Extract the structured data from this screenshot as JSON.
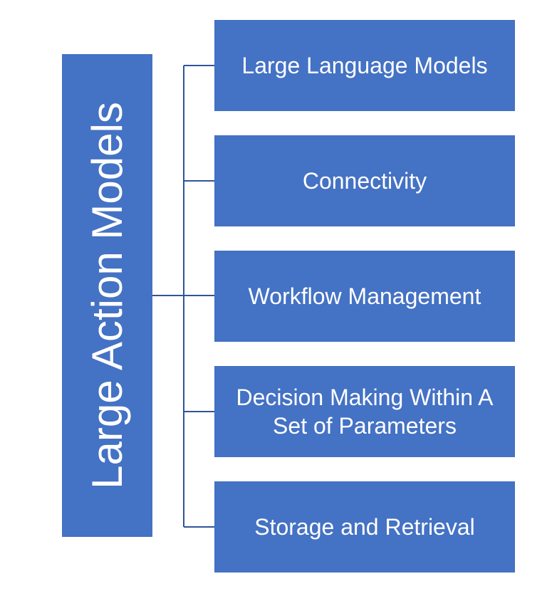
{
  "colors": {
    "box_fill": "#4472C4",
    "text": "#FFFFFF",
    "connector": "#2F5597"
  },
  "diagram": {
    "root": {
      "label": "Large Action Models"
    },
    "children": [
      {
        "label": "Large Language Models"
      },
      {
        "label": "Connectivity"
      },
      {
        "label": "Workflow Management"
      },
      {
        "label": "Decision Making Within A Set of Parameters"
      },
      {
        "label": "Storage and Retrieval"
      }
    ]
  }
}
